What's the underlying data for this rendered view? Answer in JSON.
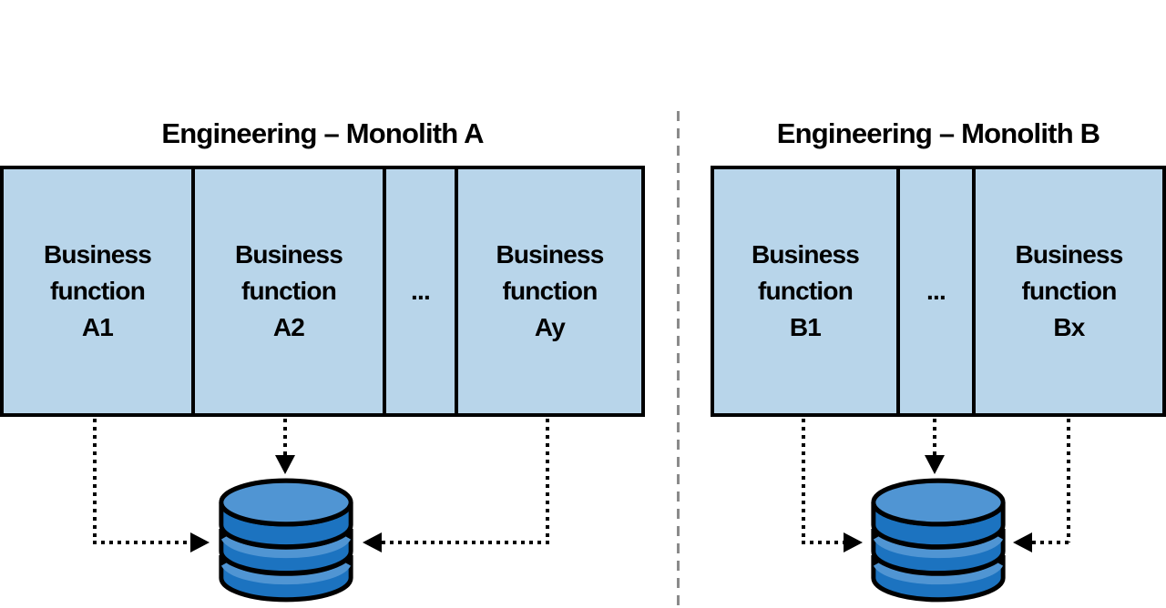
{
  "colors": {
    "box_fill": "#b8d5ea",
    "db_dark": "#1c73c0",
    "db_light": "#5095d3",
    "divider_gray": "#8a8a8a",
    "line_black": "#000000"
  },
  "panels": [
    {
      "id": "A",
      "title": "Engineering – Monolith A",
      "cells": [
        "Business function A1",
        "Business function A2",
        "...",
        "Business function Ay"
      ]
    },
    {
      "id": "B",
      "title": "Engineering – Monolith B",
      "cells": [
        "Business function B1",
        "...",
        "Business function Bx"
      ]
    }
  ]
}
